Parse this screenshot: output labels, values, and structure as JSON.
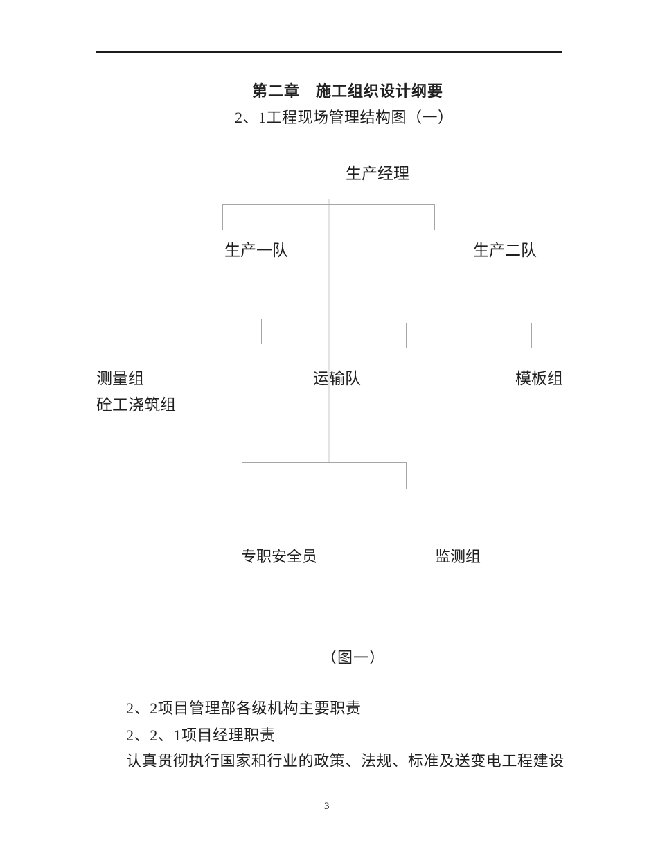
{
  "doc": {
    "chapter_title": "第二章　施工组织设计纲要",
    "section_heading": "2、1工程现场管理结构图（一）",
    "figure_caption": "（图一）",
    "body_lines": [
      "2、2项目管理部各级机构主要职责",
      "2、2、1项目经理职责",
      "认真贯彻执行国家和行业的政策、法规、标准及送变电工程建设"
    ],
    "page_number": "3"
  },
  "chart_data": {
    "type": "org-chart",
    "title": "工程现场管理结构图（一）",
    "nodes": [
      {
        "id": "production-manager",
        "label": "生产经理",
        "level": 1,
        "parent": null
      },
      {
        "id": "production-team-1",
        "label": "生产一队",
        "level": 2,
        "parent": "production-manager"
      },
      {
        "id": "production-team-2",
        "label": "生产二队",
        "level": 2,
        "parent": "production-manager"
      },
      {
        "id": "survey-group",
        "label": "测量组",
        "level": 3,
        "parent": "production-manager"
      },
      {
        "id": "transport-team",
        "label": "运输队",
        "level": 3,
        "parent": "production-manager"
      },
      {
        "id": "formwork-group",
        "label": "模板组",
        "level": 3,
        "parent": "production-manager"
      },
      {
        "id": "concrete-pouring-group",
        "label": "砼工浇筑组",
        "level": 3,
        "parent": "production-manager"
      },
      {
        "id": "safety-officer",
        "label": "专职安全员",
        "level": 4,
        "parent": "production-manager"
      },
      {
        "id": "monitoring-group",
        "label": "监测组",
        "level": 4,
        "parent": "production-manager"
      }
    ],
    "colors": {
      "text": "#1f1f1f",
      "rule": "#1c1c1c",
      "connector": "#a6a6a6",
      "connector_light": "#e3e3e3"
    }
  }
}
